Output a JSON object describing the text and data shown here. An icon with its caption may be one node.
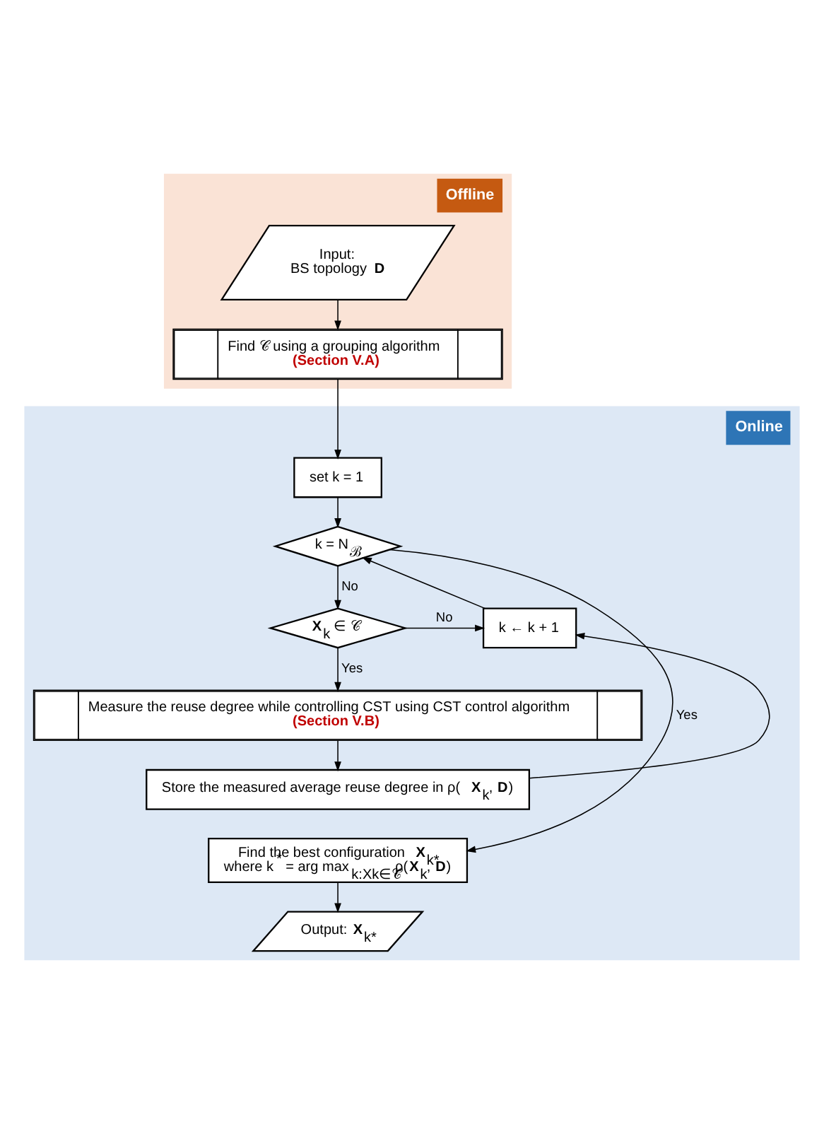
{
  "diagram": {
    "nodes": [
      {
        "text": [
          "Offline"
        ]
      },
      {
        "text": [
          "Input:",
          "BS topology **D**"
        ],
        "in": 0
      },
      {
        "text": [
          "Find 𝒞 using a grouping algorithm",
          "(Section V.A)"
        ],
        "in": 0
      },
      {
        "text": [
          "Online"
        ]
      },
      {
        "text": [
          "set k = 1"
        ],
        "in": 3
      },
      {
        "text": [
          "k = N$_{ℬ}$"
        ],
        "in": 3
      },
      {
        "text": [
          "**X**$_{k}$ ∈ 𝒞"
        ],
        "in": 3
      },
      {
        "text": [
          "k ← k + 1"
        ],
        "in": 3
      },
      {
        "text": [
          "Measure the reuse degree while controlling CST using CST control algorithm",
          "(Section V.B)"
        ],
        "in": 3
      },
      {
        "text": [
          "Store the measured average reuse degree in ρ(**X**$_{k}$, **D**)"
        ],
        "in": 3
      },
      {
        "text": [
          "Find the best configuration **X**$_{k*}$",
          "where k$^{*}$ = arg max$_{k:Xk∈𝒞}$ρ(**X**$_{k}$, **D**)"
        ],
        "in": 3
      },
      {
        "text": [
          "Output: **X**$_{k*}$"
        ],
        "in": 3
      }
    ],
    "edges": [
      {
        "from": 1,
        "to": 2,
        "arrow": "to"
      },
      {
        "from": 2,
        "to": 4,
        "arrow": "to"
      },
      {
        "from": 4,
        "to": 5,
        "arrow": "to"
      },
      {
        "from": 5,
        "to": 10,
        "arrow": "to",
        "label": "Yes"
      },
      {
        "from": 5,
        "to": 6,
        "arrow": "to",
        "label": "No"
      },
      {
        "from": 6,
        "to": 7,
        "arrow": "to",
        "label": "No"
      },
      {
        "from": 6,
        "to": 8,
        "arrow": "to",
        "label": "Yes"
      },
      {
        "from": 8,
        "to": 9,
        "arrow": "to"
      },
      {
        "from": 9,
        "to": 7,
        "arrow": "to"
      },
      {
        "from": 7,
        "to": 5,
        "arrow": "to"
      },
      {
        "from": 10,
        "to": 11,
        "arrow": "to"
      }
    ]
  }
}
